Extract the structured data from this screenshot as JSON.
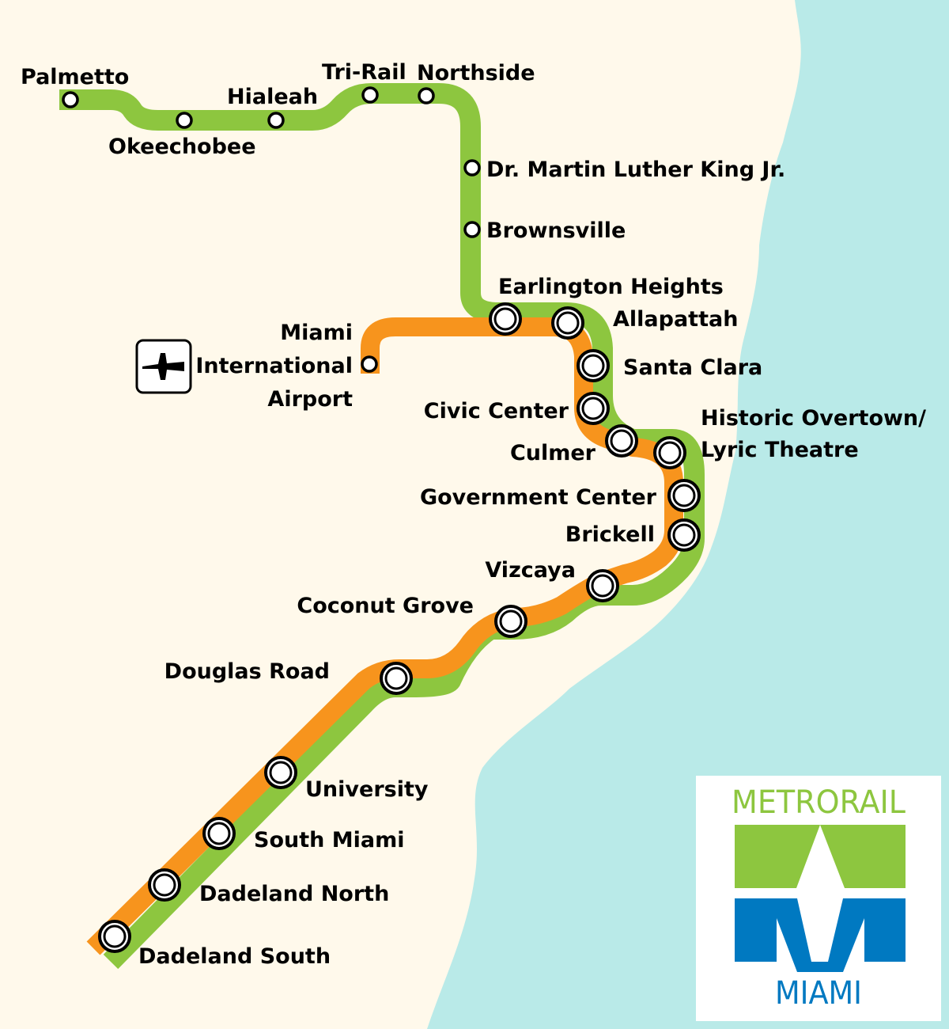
{
  "colors": {
    "land": "#FFF9EB",
    "water": "#B9EAE8",
    "green_line": "#8DC63F",
    "orange_line": "#F7941D",
    "station_stroke": "#000000",
    "station_fill": "#FFFFFF",
    "logo_blue": "#0079C1"
  },
  "icons": {
    "airport": "airplane-icon"
  },
  "stations": [
    {
      "id": "palmetto",
      "name": "Palmetto",
      "type": "minor"
    },
    {
      "id": "okeechobee",
      "name": "Okeechobee",
      "type": "minor"
    },
    {
      "id": "hialeah",
      "name": "Hialeah",
      "type": "minor"
    },
    {
      "id": "tri-rail",
      "name": "Tri-Rail",
      "type": "minor"
    },
    {
      "id": "northside",
      "name": "Northside",
      "type": "minor"
    },
    {
      "id": "mlk",
      "name": "Dr. Martin Luther King Jr.",
      "type": "minor"
    },
    {
      "id": "brownsville",
      "name": "Brownsville",
      "type": "minor"
    },
    {
      "id": "earlington",
      "name": "Earlington Heights",
      "type": "major"
    },
    {
      "id": "allapattah",
      "name": "Allapattah",
      "type": "major"
    },
    {
      "id": "santa-clara",
      "name": "Santa Clara",
      "type": "major"
    },
    {
      "id": "civic-center",
      "name": "Civic Center",
      "type": "major"
    },
    {
      "id": "culmer",
      "name": "Culmer",
      "type": "major"
    },
    {
      "id": "overtown",
      "name": "Historic Overtown/",
      "name2": "Lyric Theatre",
      "type": "major"
    },
    {
      "id": "government",
      "name": "Government Center",
      "type": "major"
    },
    {
      "id": "brickell",
      "name": "Brickell",
      "type": "major"
    },
    {
      "id": "vizcaya",
      "name": "Vizcaya",
      "type": "major"
    },
    {
      "id": "coconut",
      "name": "Coconut Grove",
      "type": "major"
    },
    {
      "id": "douglas",
      "name": "Douglas Road",
      "type": "major"
    },
    {
      "id": "university",
      "name": "University",
      "type": "major"
    },
    {
      "id": "south-miami",
      "name": "South Miami",
      "type": "major"
    },
    {
      "id": "dadeland-north",
      "name": "Dadeland North",
      "type": "major"
    },
    {
      "id": "dadeland-south",
      "name": "Dadeland South",
      "type": "major"
    },
    {
      "id": "mia",
      "name": "Miami",
      "name2": "International",
      "name3": "Airport",
      "type": "minor"
    }
  ],
  "logo": {
    "top_text": "METRORAIL",
    "bottom_text": "MIAMI"
  }
}
